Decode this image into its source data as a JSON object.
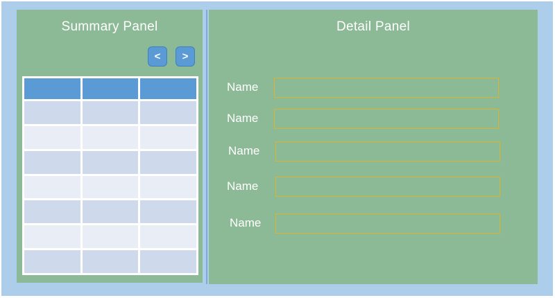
{
  "colors": {
    "canvas_bg": "#adceeb",
    "panel_bg": "#8cba96",
    "accent_blue": "#5b9bd5",
    "button_border": "#3e7fc1",
    "table_row_dark": "#cfd9ec",
    "table_row_light": "#e9eef6",
    "field_border": "#d9b52f",
    "divider": "#7ea9da",
    "text": "#ffffff"
  },
  "summary_panel": {
    "title": "Summary Panel",
    "nav": {
      "prev_label": "<",
      "next_label": ">"
    },
    "table": {
      "column_count": 3,
      "header_cells": [
        "",
        "",
        ""
      ],
      "rows": [
        [
          "",
          "",
          ""
        ],
        [
          "",
          "",
          ""
        ],
        [
          "",
          "",
          ""
        ],
        [
          "",
          "",
          ""
        ],
        [
          "",
          "",
          ""
        ],
        [
          "",
          "",
          ""
        ],
        [
          "",
          "",
          ""
        ]
      ]
    }
  },
  "detail_panel": {
    "title": "Detail Panel",
    "fields": [
      {
        "label": "Name",
        "value": ""
      },
      {
        "label": "Name",
        "value": ""
      },
      {
        "label": "Name",
        "value": ""
      },
      {
        "label": "Name",
        "value": ""
      },
      {
        "label": "Name",
        "value": ""
      }
    ]
  }
}
